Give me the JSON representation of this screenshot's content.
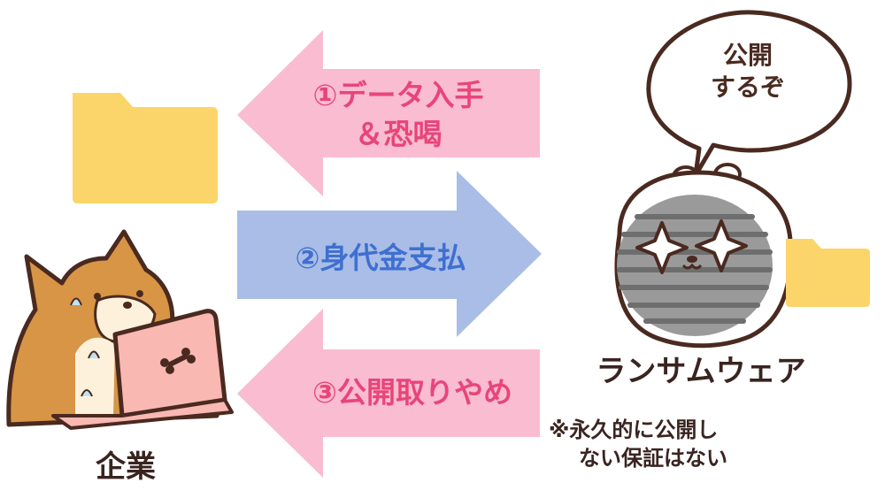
{
  "labels": {
    "step1_line1": "①データ入手",
    "step1_line2": "＆恐喝",
    "step2": "②身代金支払",
    "step3": "③公開取りやめ",
    "speech_line1": "公開",
    "speech_line2": "するぞ",
    "company": "企業",
    "ransomware": "ランサムウェア",
    "note_line1": "※永久的に公開し",
    "note_line2": "ない保証はない"
  },
  "colors": {
    "pink_arrow": "#f9bcd1",
    "blue_arrow": "#a9bde6",
    "pink_text": "#e8457a",
    "blue_text": "#3f6fd0",
    "folder": "#fbd56a",
    "dog_body": "#d89545",
    "laptop": "#f9b8b2",
    "outline": "#4a2a20"
  },
  "icons": [
    "folder-icon",
    "shiba-dog-illustration",
    "laptop-icon",
    "ransomware-creature-illustration",
    "speech-bubble"
  ]
}
